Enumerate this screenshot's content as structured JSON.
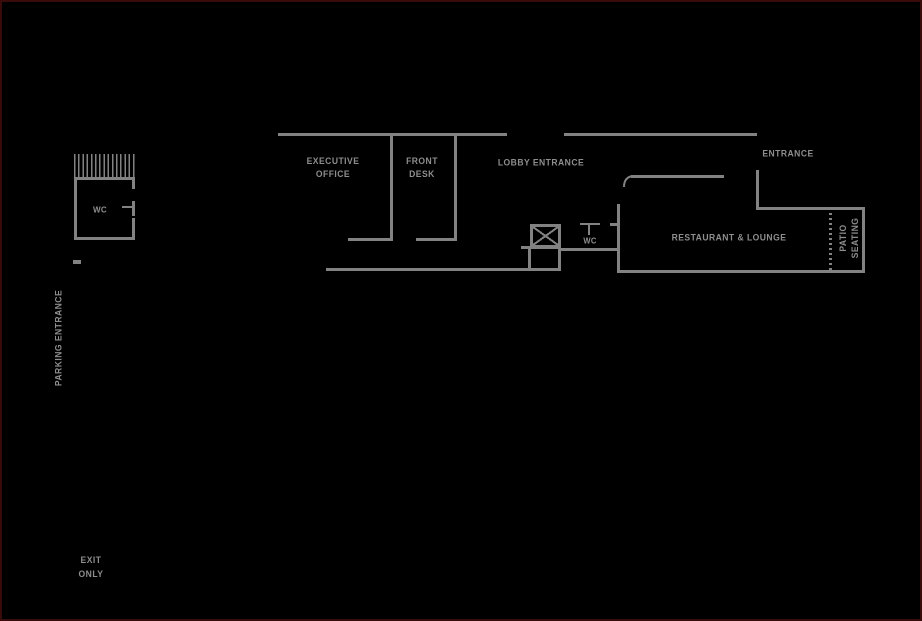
{
  "colors": {
    "background": "#000000",
    "frame_border": "#3a0b0b",
    "wall": "#828282",
    "text": "#8e8e8e"
  },
  "symbols": {
    "elevator": "crossed-box-elevator-symbol",
    "door_swing": "quarter-arc-door-swing",
    "stairs": "hatched-stair-band",
    "wc_fixture": "t-shaped-wc-fixture",
    "patio_divider": "dotted-line-divider"
  },
  "plan": {
    "rooms": {
      "executive_office": {
        "line1": "EXECUTIVE",
        "line2": "OFFICE"
      },
      "front_desk": {
        "line1": "FRONT",
        "line2": "DESK"
      },
      "restaurant_lounge": {
        "label": "RESTAURANT & LOUNGE"
      },
      "patio_seating": {
        "line1": "PATIO",
        "line2": "SEATING"
      },
      "wc_room": {
        "label": "WC"
      },
      "wc_small": {
        "label": "WC"
      }
    },
    "entrances": {
      "lobby": {
        "label": "LOBBY ENTRANCE"
      },
      "restaurant": {
        "label": "ENTRANCE"
      },
      "parking": {
        "label": "PARKING ENTRANCE"
      },
      "exit": {
        "line1": "EXIT",
        "line2": "ONLY"
      }
    }
  }
}
